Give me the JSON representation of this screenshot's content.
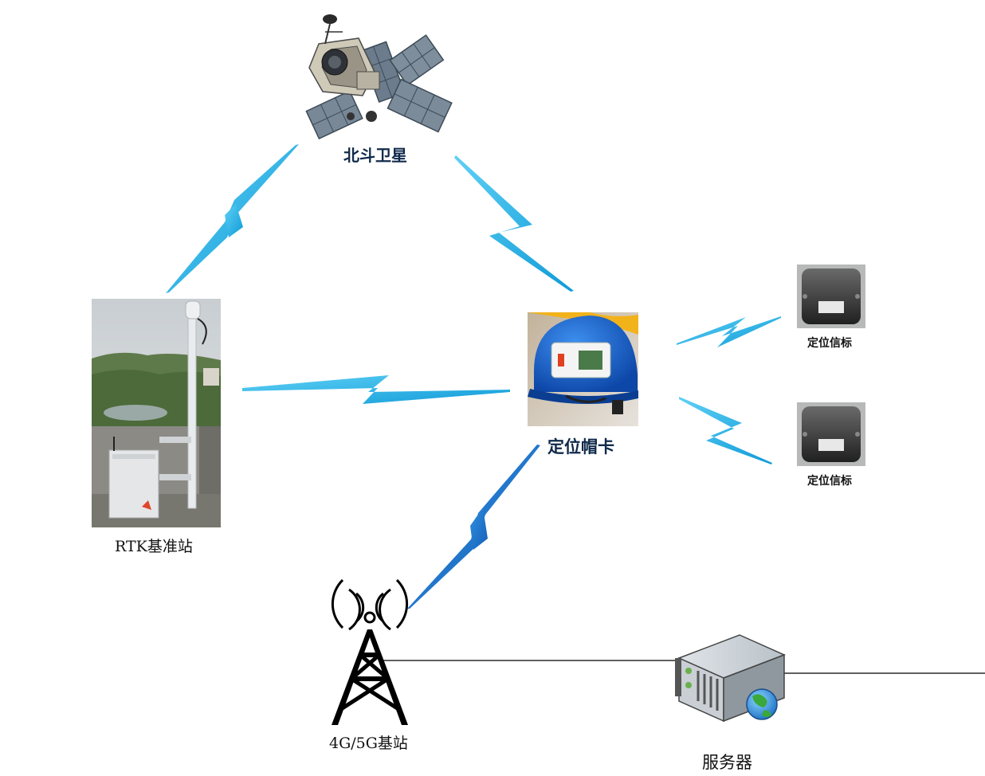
{
  "nodes": {
    "satellite": {
      "label": "北斗卫星",
      "icon": "satellite-icon"
    },
    "rtk_station": {
      "label": "RTK基准站",
      "icon": "rtk-station-photo"
    },
    "helmet_tag": {
      "label": "定位帽卡",
      "icon": "helmet-tag-photo"
    },
    "beacon_1": {
      "label": "定位信标",
      "icon": "beacon-photo"
    },
    "beacon_2": {
      "label": "定位信标",
      "icon": "beacon-photo"
    },
    "cell_tower": {
      "label": "4G/5G基站",
      "icon": "cell-tower-icon"
    },
    "server": {
      "label": "服务器",
      "icon": "server-icon"
    }
  },
  "colors": {
    "bolt_light": "#1ab4ea",
    "bolt_dark": "#1b73c9",
    "line": "#000000",
    "label_navy": "#0f2a4a"
  }
}
